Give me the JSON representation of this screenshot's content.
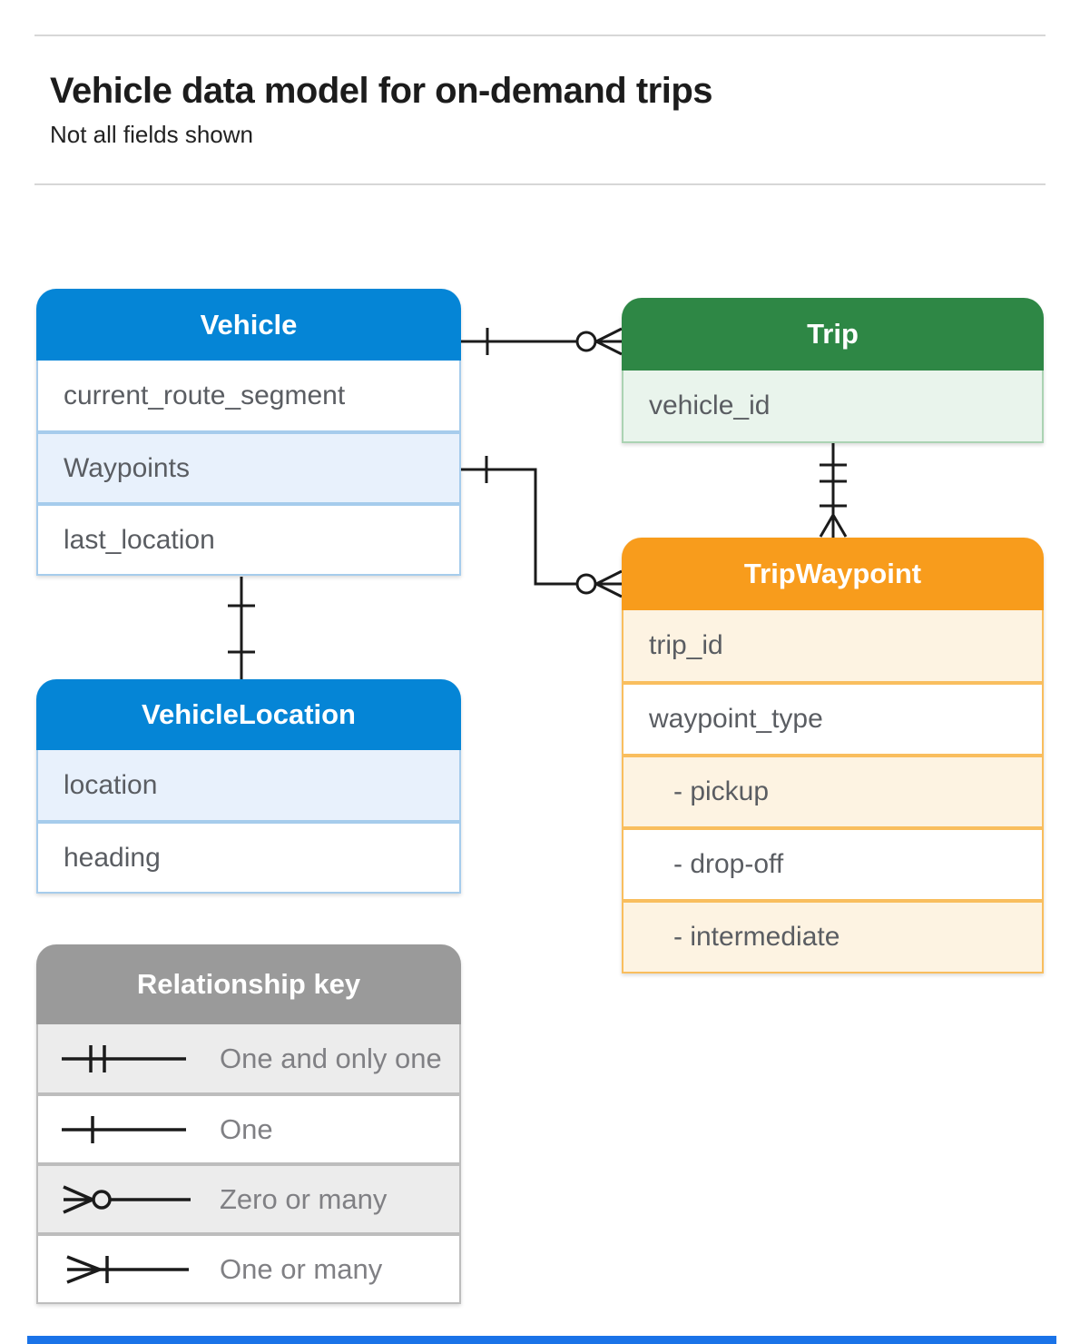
{
  "page": {
    "title": "Vehicle data model for on-demand trips",
    "subtitle": "Not all fields shown"
  },
  "colors": {
    "blue_header": "#0585d6",
    "blue_row_shaded": "#e8f1fc",
    "green_header": "#2e8745",
    "green_row_shaded": "#e9f4ec",
    "orange_header": "#f89c1c",
    "orange_row_shaded": "#fdf3e2",
    "gray_header": "#9a9a9a",
    "gray_row_shaded": "#ececec",
    "connector": "#1b1b1b",
    "footer_bar": "#1a73e8"
  },
  "entities": {
    "vehicle": {
      "title": "Vehicle",
      "fields": [
        {
          "label": "current_route_segment"
        },
        {
          "label": "Waypoints"
        },
        {
          "label": "last_location"
        }
      ]
    },
    "trip": {
      "title": "Trip",
      "fields": [
        {
          "label": "vehicle_id"
        }
      ]
    },
    "trip_waypoint": {
      "title": "TripWaypoint",
      "fields": [
        {
          "label": "trip_id"
        },
        {
          "label": "waypoint_type"
        },
        {
          "label": "- pickup"
        },
        {
          "label": "- drop-off"
        },
        {
          "label": "- intermediate"
        }
      ]
    },
    "vehicle_location": {
      "title": "VehicleLocation",
      "fields": [
        {
          "label": "location"
        },
        {
          "label": "heading"
        }
      ]
    }
  },
  "relationship_key": {
    "title": "Relationship key",
    "rows": [
      {
        "symbol": "one-and-only-one",
        "label": "One and only one"
      },
      {
        "symbol": "one",
        "label": "One"
      },
      {
        "symbol": "zero-or-many",
        "label": "Zero or many"
      },
      {
        "symbol": "one-or-many",
        "label": "One or many"
      }
    ]
  },
  "relationships": [
    {
      "from": "Vehicle",
      "to": "Trip",
      "from_cardinality": "one",
      "to_cardinality": "zero or many"
    },
    {
      "from": "Trip",
      "to": "TripWaypoint",
      "from_cardinality": "one and only one",
      "to_cardinality": "one or many"
    },
    {
      "from": "Vehicle.Waypoints",
      "to": "TripWaypoint",
      "from_cardinality": "one",
      "to_cardinality": "zero or many"
    },
    {
      "from": "Vehicle",
      "to": "VehicleLocation",
      "from_cardinality": "one",
      "to_cardinality": "one"
    }
  ]
}
